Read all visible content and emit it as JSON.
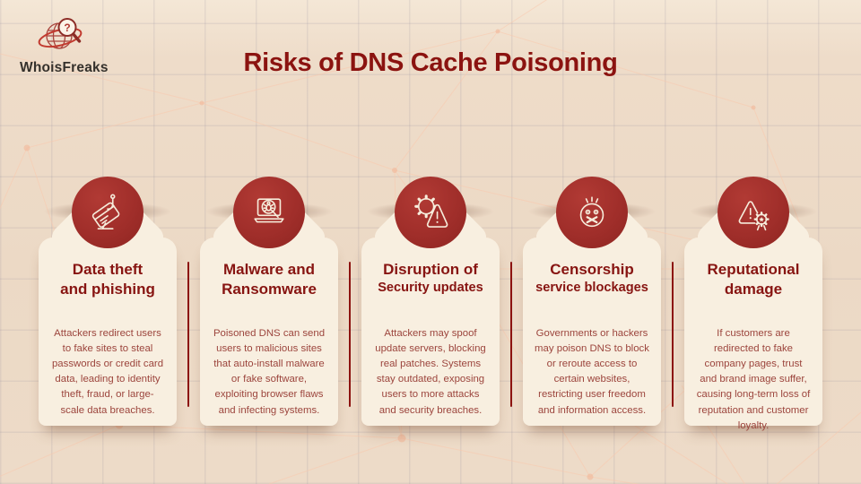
{
  "brand": {
    "name": "WhoisFreaks",
    "logo_icon": "globe-magnifier-question-icon"
  },
  "header": {
    "title": "Risks of DNS Cache Poisoning"
  },
  "colors": {
    "accent_red": "#a02e2a",
    "heading_red": "#871411",
    "title_red": "#8b1310",
    "card_cream": "#f8efe0",
    "background_tan": "#ecd9c5",
    "body_text_red": "#9c453d",
    "divider_red": "#8c1310"
  },
  "cards": [
    {
      "icon": "phishing-hook-card-icon",
      "title_lines": [
        {
          "text": "Data theft",
          "style": "lg"
        },
        {
          "text": "and phishing",
          "style": "lg"
        }
      ],
      "body": "Attackers redirect users to fake sites to steal passwords or credit card data, leading to identity theft, fraud, or large-scale data breaches."
    },
    {
      "icon": "malware-laptop-bug-icon",
      "title_lines": [
        {
          "text": "Malware and",
          "style": "lg"
        },
        {
          "text": "Ransomware",
          "style": "lg"
        }
      ],
      "body": "Poisoned DNS can send users to malicious sites that auto-install malware or fake software, exploiting browser flaws and infecting systems."
    },
    {
      "icon": "gear-warning-icon",
      "title_lines": [
        {
          "text": "Disruption of",
          "style": "lg"
        },
        {
          "text": "Security updates",
          "style": "sm"
        }
      ],
      "body": "Attackers may spoof update servers, blocking real patches. Systems stay outdated, exposing users to more attacks and security breaches."
    },
    {
      "icon": "censored-face-icon",
      "title_lines": [
        {
          "text": "Censorship",
          "style": "lg"
        },
        {
          "text": "service blockages",
          "style": "sm"
        }
      ],
      "body": "Governments or hackers may poison DNS to block or reroute access to certain websites, restricting user freedom and information access."
    },
    {
      "icon": "warning-award-ribbon-icon",
      "title_lines": [
        {
          "text": "Reputational",
          "style": "lg"
        },
        {
          "text": "damage",
          "style": "lg"
        }
      ],
      "body": "If customers are redirected to fake company pages, trust and brand image suffer, causing long-term loss of reputation and customer loyalty."
    }
  ]
}
